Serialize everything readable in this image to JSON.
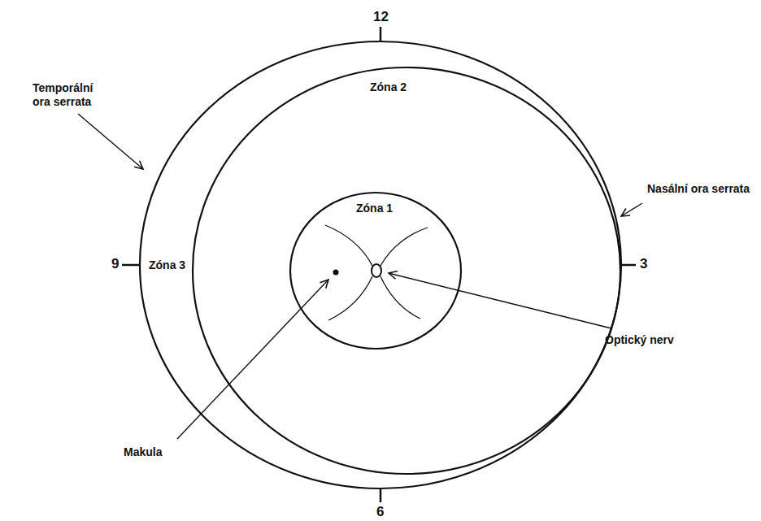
{
  "diagram": {
    "labels": [
      "12",
      "Temporální ora serrata",
      "Zóna 2",
      "Nasální ora serrata",
      "Zóna 1",
      "9",
      "Zóna 3",
      "3",
      "Makula",
      "Optický nerv",
      "6"
    ]
  }
}
